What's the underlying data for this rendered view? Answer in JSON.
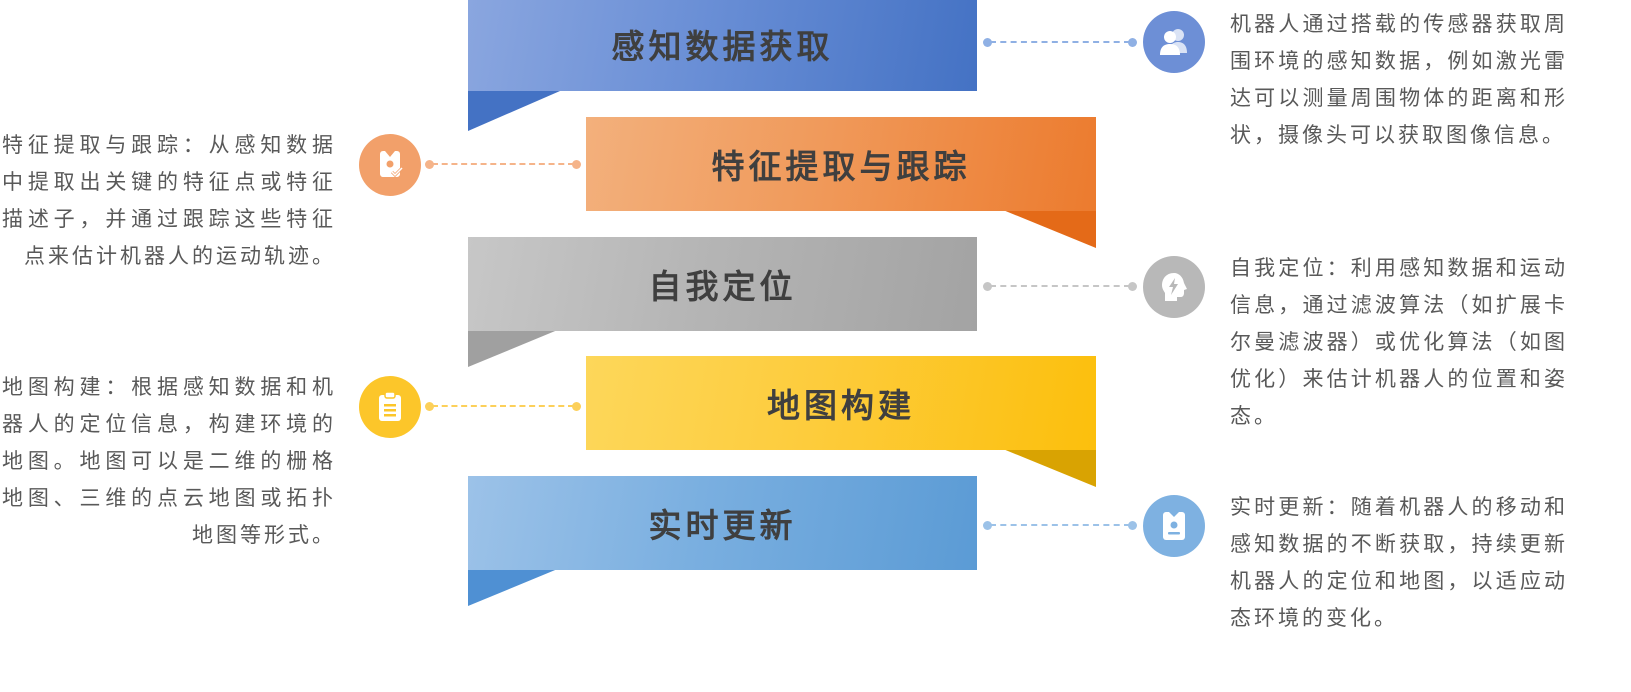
{
  "steps": [
    {
      "title": "感知数据获取",
      "description": "机器人通过搭载的传感器获取周围环境的感知数据，例如激光雷达可以测量周围物体的距离和形状，摄像头可以获取图像信息。",
      "icon": "users-icon",
      "color": "#4a75c9"
    },
    {
      "title": "特征提取与跟踪",
      "description": "特征提取与跟踪：从感知数据中提取出关键的特征点或特征描述子，并通过跟踪这些特征点来估计机器人的运动轨迹。",
      "icon": "badge-check-icon",
      "color": "#ee8133"
    },
    {
      "title": "自我定位",
      "description": "自我定位：利用感知数据和运动信息，通过滤波算法（如扩展卡尔曼滤波器）或优化算法（如图优化）来估计机器人的位置和姿态。",
      "icon": "head-bolt-icon",
      "color": "#a6a6a6"
    },
    {
      "title": "地图构建",
      "description": "地图构建：根据感知数据和机器人的定位信息，构建环境的地图。地图可以是二维的栅格地图、三维的点云地图或拓扑地图等形式。",
      "icon": "clipboard-icon",
      "color": "#fbc21c"
    },
    {
      "title": "实时更新",
      "description": "实时更新：随着机器人的移动和感知数据的不断获取，持续更新机器人的定位和地图，以适应动态环境的变化。",
      "icon": "id-card-icon",
      "color": "#5b9bd5"
    }
  ]
}
